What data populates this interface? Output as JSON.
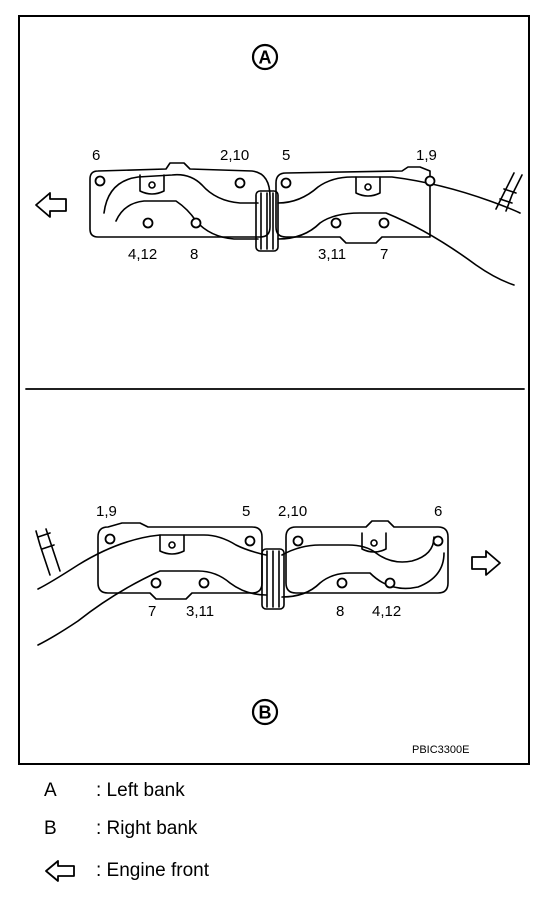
{
  "figure_code": "PBIC3300E",
  "views": {
    "a": {
      "letter": "A",
      "labels": {
        "l6": "6",
        "l2_10": "2,10",
        "l5": "5",
        "l1_9": "1,9",
        "l4_12": "4,12",
        "l8": "8",
        "l3_11": "3,11",
        "l7": "7"
      }
    },
    "b": {
      "letter": "B",
      "labels": {
        "l1_9": "1,9",
        "l5": "5",
        "l2_10": "2,10",
        "l6": "6",
        "l7": "7",
        "l3_11": "3,11",
        "l8": "8",
        "l4_12": "4,12"
      }
    }
  },
  "legend": [
    {
      "key": "A",
      "desc": ": Left bank"
    },
    {
      "key": "B",
      "desc": ": Right bank"
    },
    {
      "key": "arrow-left-icon",
      "desc": ": Engine front"
    }
  ]
}
